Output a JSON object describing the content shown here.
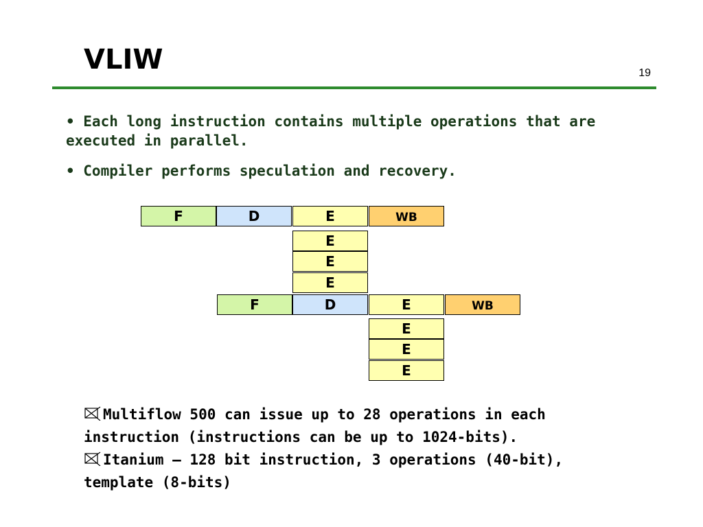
{
  "slide": {
    "title": "VLIW",
    "page_number": "19"
  },
  "bullets": [
    "• Each long instruction contains multiple operations that are executed in parallel.",
    "• Compiler performs speculation and recovery."
  ],
  "pipeline": {
    "instr1": {
      "f": "F",
      "d": "D",
      "e": [
        "E",
        "E",
        "E",
        "E"
      ],
      "wb": "WB"
    },
    "instr2": {
      "f": "F",
      "d": "D",
      "e": [
        "E",
        "E",
        "E",
        "E"
      ],
      "wb": "WB"
    }
  },
  "notes": [
    "Multiflow 500 can issue up to 28 operations in each instruction (instructions can be up to 1024-bits).",
    "Itanium – 128 bit instruction, 3 operations (40-bit), template (8-bits)"
  ],
  "colors": {
    "rule": "#2e8b2e",
    "fetch": "#d4f5a8",
    "decode": "#cfe4fb",
    "execute": "#ffffb0",
    "writeback": "#ffd070"
  }
}
